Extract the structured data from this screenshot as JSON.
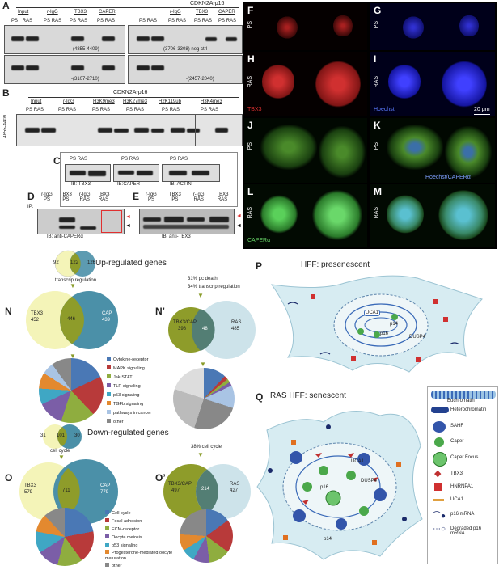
{
  "panels": {
    "A": "A",
    "B": "B",
    "C": "C",
    "D": "D",
    "E": "E",
    "F": "F",
    "G": "G",
    "H": "H",
    "I": "I",
    "J": "J",
    "K": "K",
    "L": "L",
    "M": "M",
    "N": "N",
    "N2": "N’",
    "O": "O",
    "O2": "O’",
    "P": "P",
    "Q": "Q"
  },
  "A": {
    "title": "CDKN2A-p16",
    "groups": [
      "Input",
      "r-IgG",
      "TBX3",
      "CAPER",
      "r-IgG",
      "TBX3",
      "CAPER"
    ],
    "lanes": [
      "PS",
      "RAS"
    ],
    "regions": [
      "-(4855-4409)",
      "-(3706-3308)",
      "neg ctrl",
      "-(3107-2710)",
      "-(2457-2040)"
    ]
  },
  "B": {
    "title": "CDKN2A-p16",
    "groups": [
      "Input",
      "r-IgG",
      "H3K9me3",
      "H3K27me3",
      "H2K119ub",
      "H3K4me3"
    ],
    "lanes": [
      "PS",
      "RAS"
    ],
    "ylabel": "4855-4409"
  },
  "C": {
    "lanes": [
      "PS",
      "RAS"
    ],
    "blots": [
      "IB: TBX3",
      "IB:CAPER",
      "IB: ACTIN"
    ]
  },
  "D": {
    "ip": "IP:",
    "lanes": [
      "r-IgG PS",
      "TBX3 PS",
      "r-IgG RAS",
      "TBX3 RAS"
    ],
    "ib": "IB: anti-CAPERα"
  },
  "E": {
    "lanes": [
      "r-IgG PS",
      "TBX3 PS",
      "r-IgG RAS",
      "TBX3 RAS"
    ],
    "ib": "IB: anti-TBX3"
  },
  "micro": {
    "PS": "PS",
    "RAS": "RAS",
    "TBX3": "TBX3",
    "Hoechst": "Hoechst",
    "scale": "20 μm",
    "merge": "Hoechst/CAPERα",
    "CAPER": "CAPERα"
  },
  "up": {
    "title": "Up-regulated genes",
    "small_venn": [
      "92",
      "122",
      "126"
    ],
    "small_note": "transcrip regulation",
    "N": {
      "left_label": "TBX3",
      "left": "452",
      "overlap": "446",
      "right_label": "CAP",
      "right": "439"
    },
    "N2": {
      "note1": "31% pc death",
      "note2": "34% transcrip regulation",
      "left_label": "TBX3/CAP",
      "left": "398",
      "overlap": "48",
      "right_label": "RAS",
      "right": "485"
    },
    "legend": [
      "Cytokine-receptor",
      "MAPK signaling",
      "Jak-STAT",
      "TLR signaling",
      "p53 signaling",
      "TGFb signaling",
      "pathways in cancer",
      "other"
    ],
    "legend_colors": [
      "#4a78b5",
      "#b83a3a",
      "#8fad3f",
      "#7b5ea7",
      "#3fa7c4",
      "#e3892f",
      "#a9c4e4",
      "#888888"
    ]
  },
  "down": {
    "title": "Down-regulated genes",
    "small_venn": [
      "31",
      "101",
      "30"
    ],
    "small_note": "cell cycle",
    "O": {
      "left_label": "TBX3",
      "left": "579",
      "overlap": "711",
      "right_label": "CAP",
      "right": "779"
    },
    "O2": {
      "note1": "38% cell cycle",
      "left_label": "TBX3/CAP",
      "left": "497",
      "overlap": "214",
      "right_label": "RAS",
      "right": "427"
    },
    "legend": [
      "Cell cycle",
      "Focal adhesion",
      "ECM-receptor",
      "Oocyte meiosis",
      "p53 signaling",
      "Progesterone-mediated oocyte maturation",
      "other"
    ],
    "legend_colors": [
      "#4a78b5",
      "#b83a3a",
      "#8fad3f",
      "#7b5ea7",
      "#3fa7c4",
      "#e3892f",
      "#888888"
    ]
  },
  "P": {
    "title": "HFF: presenescent",
    "labels": [
      "UCA1",
      "p14",
      "p16",
      "DUSP4"
    ]
  },
  "Q": {
    "title": "RAS HFF: senescent",
    "labels": [
      "UCA1",
      "p16",
      "DUSP4",
      "p14"
    ]
  },
  "legend_Q": [
    "Euchromatin",
    "Heterochromatin",
    "SAHF",
    "Caper",
    "Caper Focus",
    "TBX3",
    "HNRNPA1",
    "UCA1",
    "p16 mRNA",
    "Degraded p16 mRNA"
  ]
}
